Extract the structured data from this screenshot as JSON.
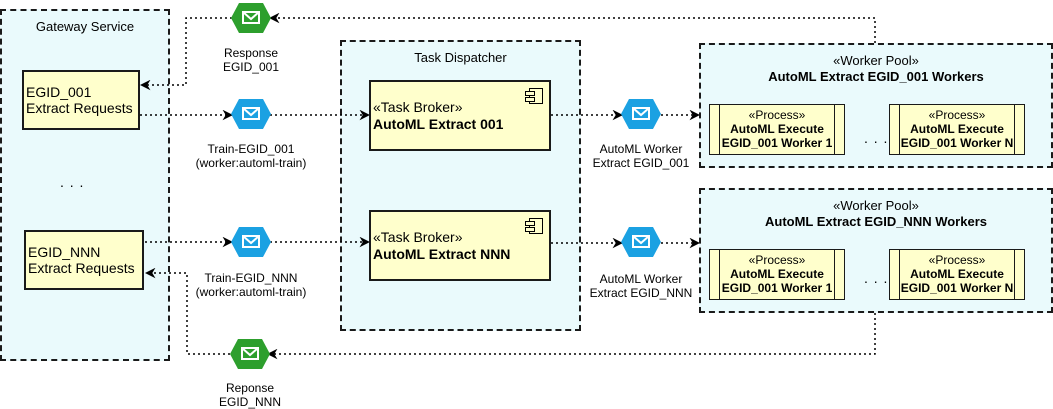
{
  "colors": {
    "container_fill": "#eafafc",
    "box_fill": "#ffffcc",
    "queue_blue": "#1ba1e2",
    "queue_green": "#2d9f2d"
  },
  "gateway": {
    "title": "Gateway Service",
    "request_001": [
      "EGID_001",
      "Extract Requests"
    ],
    "request_nnn": [
      "EGID_NNN",
      "Extract Requests"
    ],
    "ellipsis": ". . ."
  },
  "dispatcher": {
    "title": "Task Dispatcher",
    "broker_001": {
      "stereotype": "«Task Broker»",
      "name": "AutoML Extract 001"
    },
    "broker_nnn": {
      "stereotype": "«Task Broker»",
      "name": "AutoML Extract NNN"
    }
  },
  "pool_001": {
    "stereotype": "«Worker Pool»",
    "title": "AutoML Extract EGID_001 Workers",
    "worker_1": {
      "stereotype": "«Process»",
      "line1": "AutoML Execute",
      "line2": "EGID_001 Worker 1"
    },
    "worker_n": {
      "stereotype": "«Process»",
      "line1": "AutoML Execute",
      "line2": "EGID_001 Worker N"
    },
    "ellipsis": ". . ."
  },
  "pool_nnn": {
    "stereotype": "«Worker Pool»",
    "title": "AutoML Extract EGID_NNN Workers",
    "worker_1": {
      "stereotype": "«Process»",
      "line1": "AutoML Execute",
      "line2": "EGID_001 Worker 1"
    },
    "worker_n": {
      "stereotype": "«Process»",
      "line1": "AutoML Execute",
      "line2": "EGID_001 Worker N"
    },
    "ellipsis": ". . ."
  },
  "queues": {
    "response_001": [
      "Response",
      "EGID_001"
    ],
    "response_nnn": [
      "Reponse",
      "EGID_NNN"
    ],
    "train_001": [
      "Train-EGID_001",
      "(worker:automl-train)"
    ],
    "train_nnn": [
      "Train-EGID_NNN",
      "(worker:automl-train)"
    ],
    "worker_001": [
      "AutoML Worker",
      "Extract EGID_001"
    ],
    "worker_nnn": [
      "AutoML Worker",
      "Extract EGID_NNN"
    ]
  }
}
